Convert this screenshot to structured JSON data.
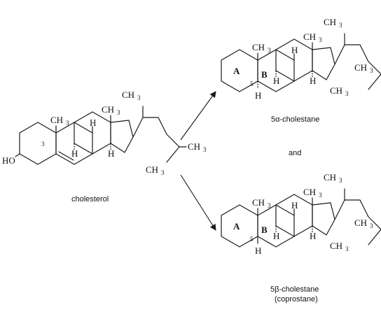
{
  "labels": {
    "ch3": "CH",
    "ch3_sub": "3",
    "ho": "HO",
    "h": "H",
    "ring_a": "A",
    "ring_b": "B",
    "pos3": "3",
    "pos5": "5"
  },
  "captions": {
    "cholesterol": "cholesterol",
    "alpha": "5α-cholestane",
    "and": "and",
    "beta_line1": "5β-cholestane",
    "beta_line2": "(coprostane)"
  }
}
